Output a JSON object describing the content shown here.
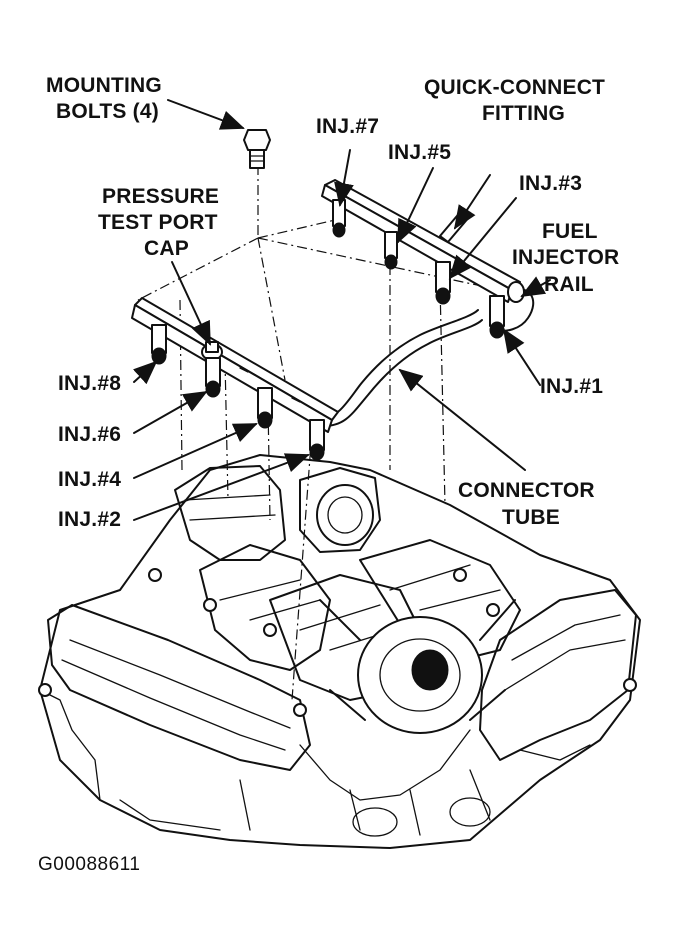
{
  "labels": {
    "mounting_bolts_1": "MOUNTING",
    "mounting_bolts_2": "BOLTS (4)",
    "quick_connect_1": "QUICK-CONNECT",
    "quick_connect_2": "FITTING",
    "inj7": "INJ.#7",
    "inj5": "INJ.#5",
    "inj3": "INJ.#3",
    "pressure_1": "PRESSURE",
    "pressure_2": "TEST PORT",
    "pressure_3": "CAP",
    "fuel_rail_1": "FUEL",
    "fuel_rail_2": "INJECTOR",
    "fuel_rail_3": "RAIL",
    "inj8": "INJ.#8",
    "inj1": "INJ.#1",
    "inj6": "INJ.#6",
    "inj4": "INJ.#4",
    "connector_1": "CONNECTOR",
    "connector_2": "TUBE",
    "inj2": "INJ.#2"
  },
  "figure_id": "G00088611"
}
